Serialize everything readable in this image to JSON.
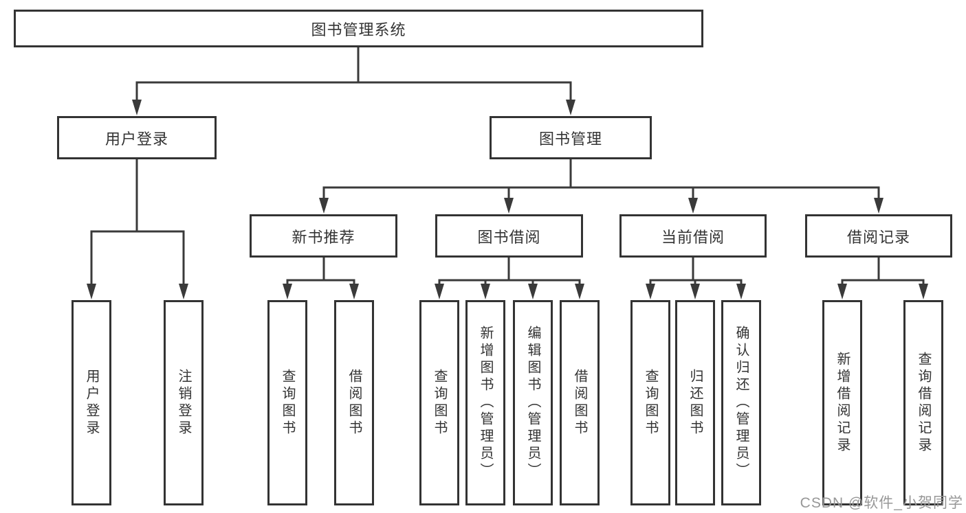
{
  "diagram": {
    "title": "图书管理系统",
    "level2": {
      "user_login": "用户登录",
      "book_management": "图书管理"
    },
    "level3": {
      "new_book_recommend": "新书推荐",
      "book_borrowing": "图书借阅",
      "current_borrowing": "当前借阅",
      "borrowing_records": "借阅记录"
    },
    "leaves": {
      "user_login": "用户登录",
      "logout": "注销登录",
      "nb_query_books": "查询图书",
      "nb_borrow_books": "借阅图书",
      "bb_query_books": "查询图书",
      "bb_add_books_admin": "新增图书（管理员）",
      "bb_edit_books_admin": "编辑图书（管理员）",
      "bb_borrow_books": "借阅图书",
      "cb_query_books": "查询图书",
      "cb_return_books": "归还图书",
      "cb_confirm_return_admin": "确认归还（管理员）",
      "br_add_record": "新增借阅记录",
      "br_query_record": "查询借阅记录"
    }
  },
  "watermark": "CSDN @软件_小贺同学",
  "colors": {
    "line": "#3a3a3a",
    "box_border": "#333333",
    "text": "#333333",
    "watermark_text": "#979797",
    "background": "#ffffff"
  }
}
